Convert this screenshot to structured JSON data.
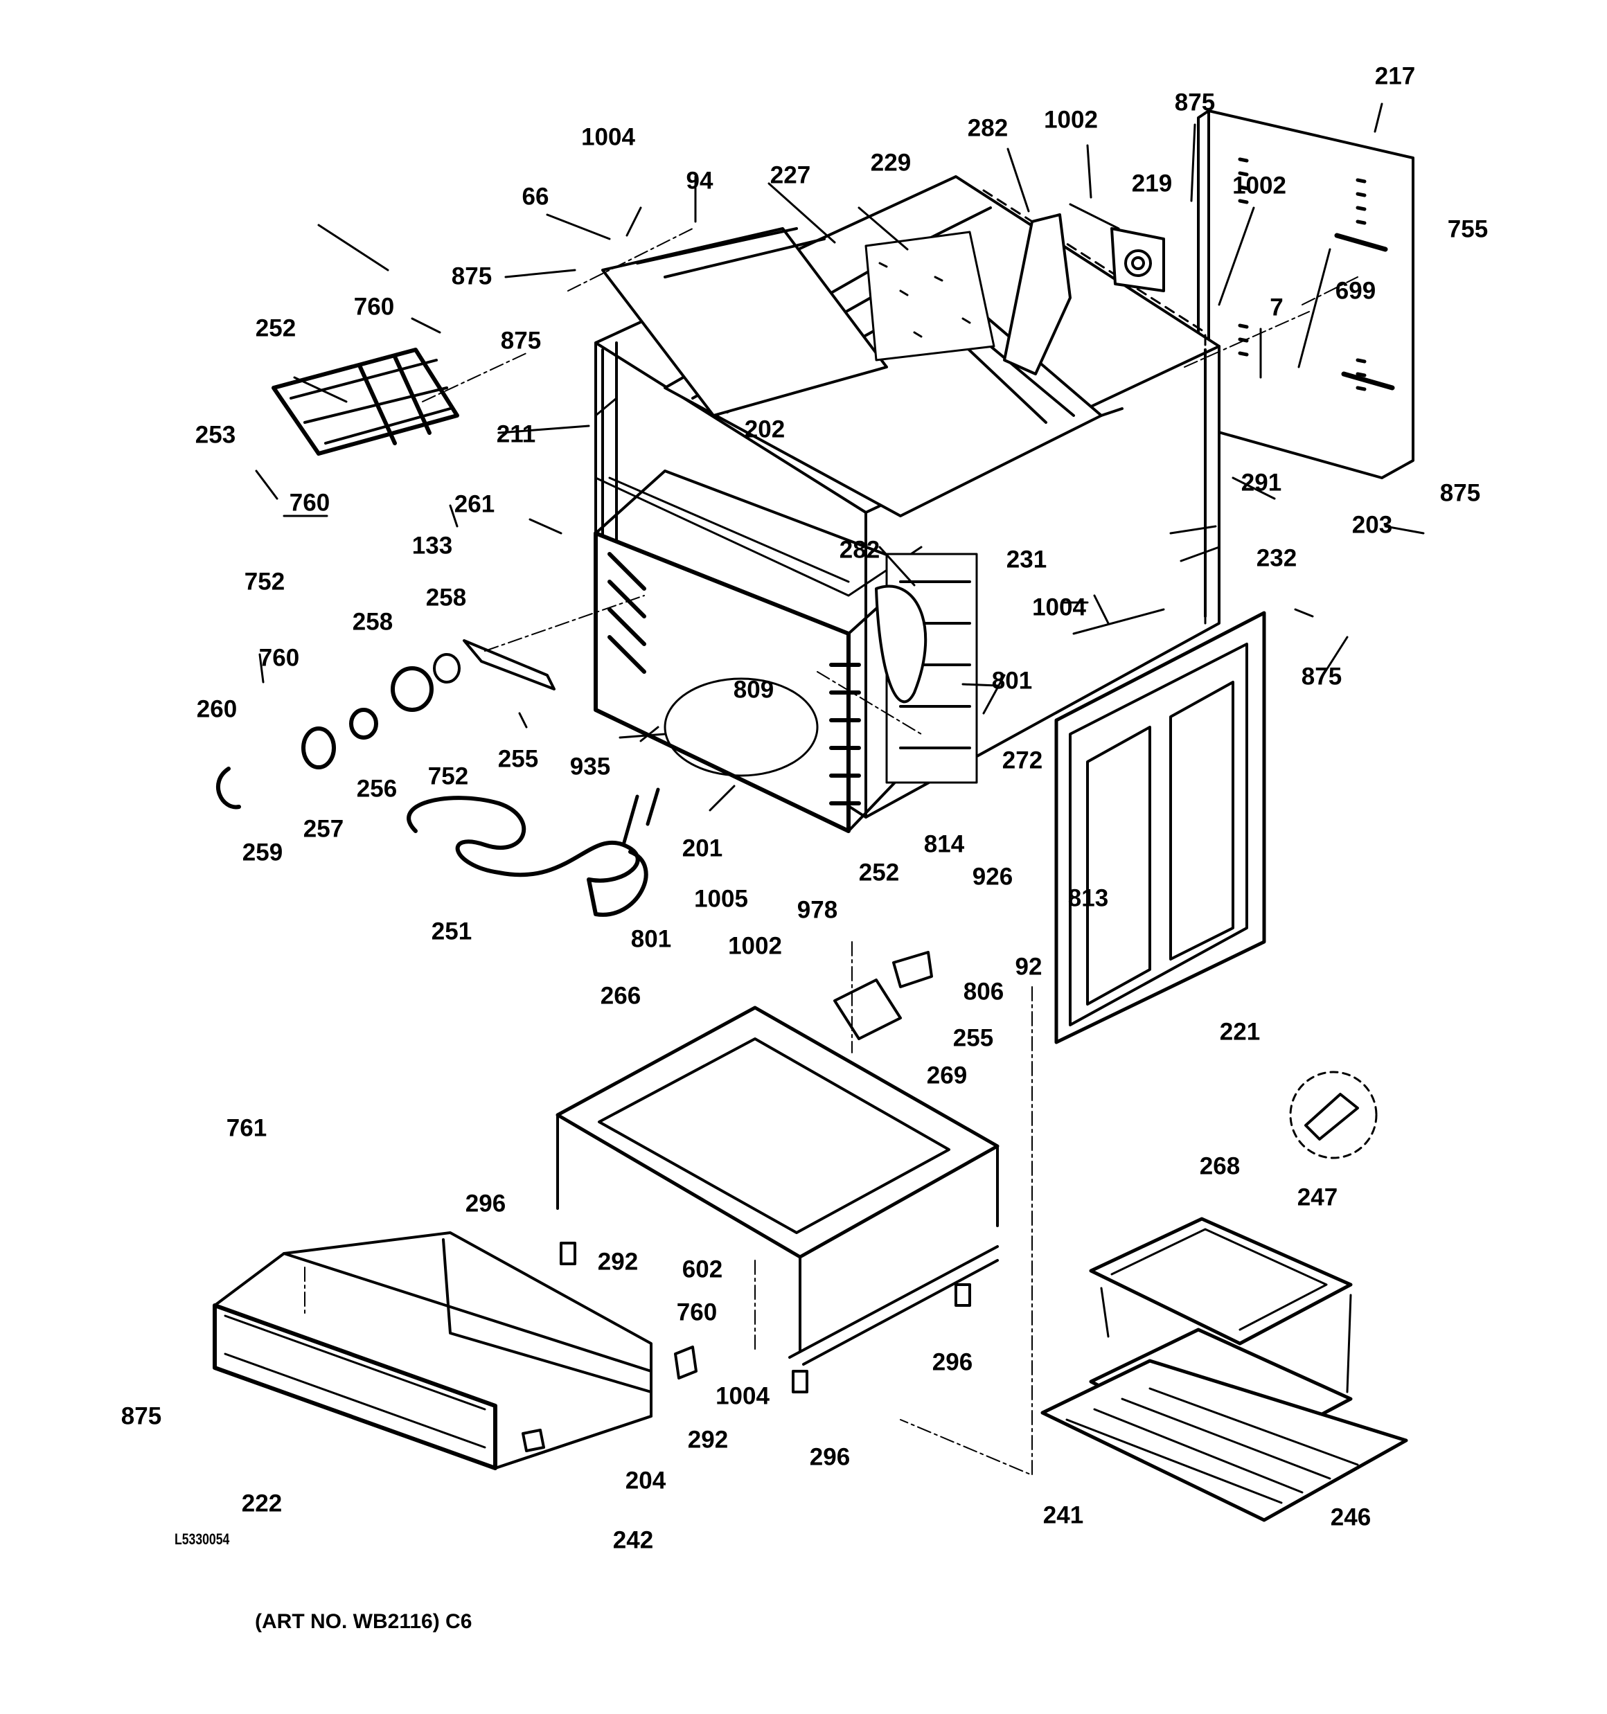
{
  "callouts": [
    "217",
    "875",
    "282",
    "1002",
    "1004",
    "94",
    "227",
    "229",
    "219",
    "1002",
    "755",
    "66",
    "699",
    "875",
    "760",
    "7",
    "252",
    "875",
    "211",
    "202",
    "291",
    "875",
    "253",
    "760",
    "261",
    "203",
    "133",
    "282",
    "231",
    "232",
    "752",
    "1004",
    "258",
    "875",
    "258",
    "760",
    "801",
    "809",
    "260",
    "255",
    "272",
    "752",
    "935",
    "256",
    "257",
    "259",
    "201",
    "252",
    "814",
    "926",
    "1005",
    "813",
    "978",
    "251",
    "801",
    "1002",
    "92",
    "806",
    "255",
    "221",
    "266",
    "269",
    "268",
    "761",
    "247",
    "296",
    "292",
    "602",
    "760",
    "296",
    "1004",
    "875",
    "292",
    "296",
    "204",
    "222",
    "241",
    "246",
    "242"
  ],
  "drawing_code": "L5330054",
  "art_number": "(ART NO. WB2116) C6"
}
